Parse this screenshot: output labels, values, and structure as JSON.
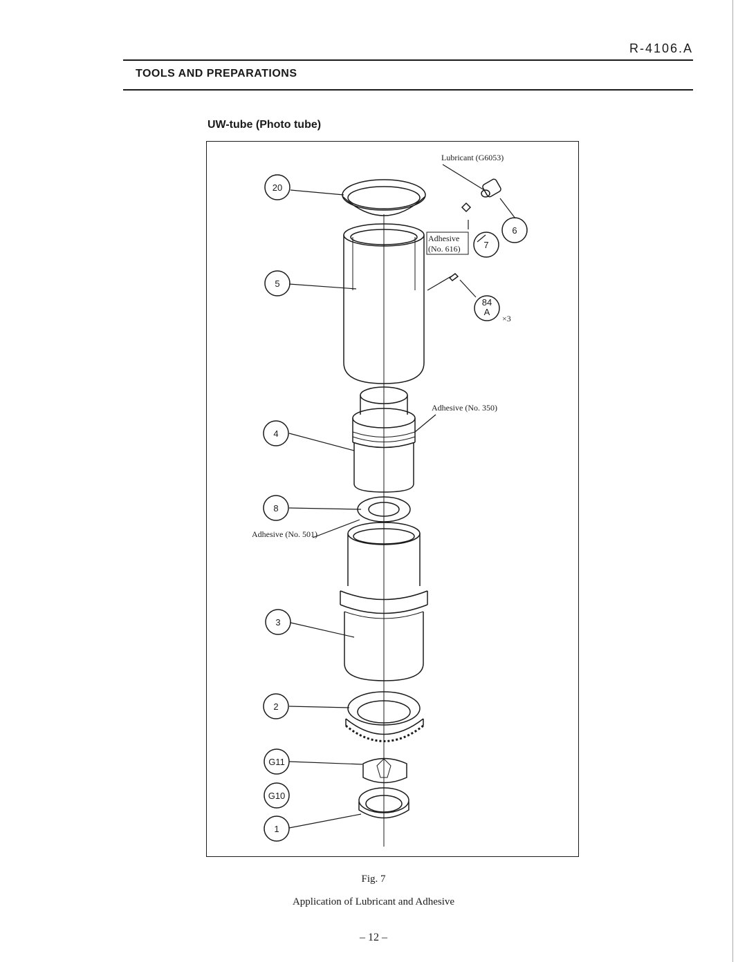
{
  "header": {
    "doc_number": "R-4106.A",
    "section_title": "TOOLS AND PREPARATIONS"
  },
  "figure": {
    "subtitle": "UW-tube (Photo tube)",
    "callouts": {
      "c20": "20",
      "c6": "6",
      "c7": "7",
      "c5": "5",
      "c84": "84",
      "c84_sub": "A",
      "c84_qty": "×3",
      "c4": "4",
      "c8": "8",
      "c3": "3",
      "c2": "2",
      "cG11": "G11",
      "cG10": "G10",
      "c1": "1"
    },
    "notes": {
      "lubricant": "Lubricant (G6053)",
      "adhesive_616_line1": "Adhesive",
      "adhesive_616_line2": "(No. 616)",
      "adhesive_350": "Adhesive (No. 350)",
      "adhesive_501": "Adhesive (No. 501)"
    }
  },
  "caption": {
    "figure_label": "Fig. 7",
    "text": "Application of Lubricant and Adhesive"
  },
  "footer": {
    "page_number": "– 12 –"
  }
}
